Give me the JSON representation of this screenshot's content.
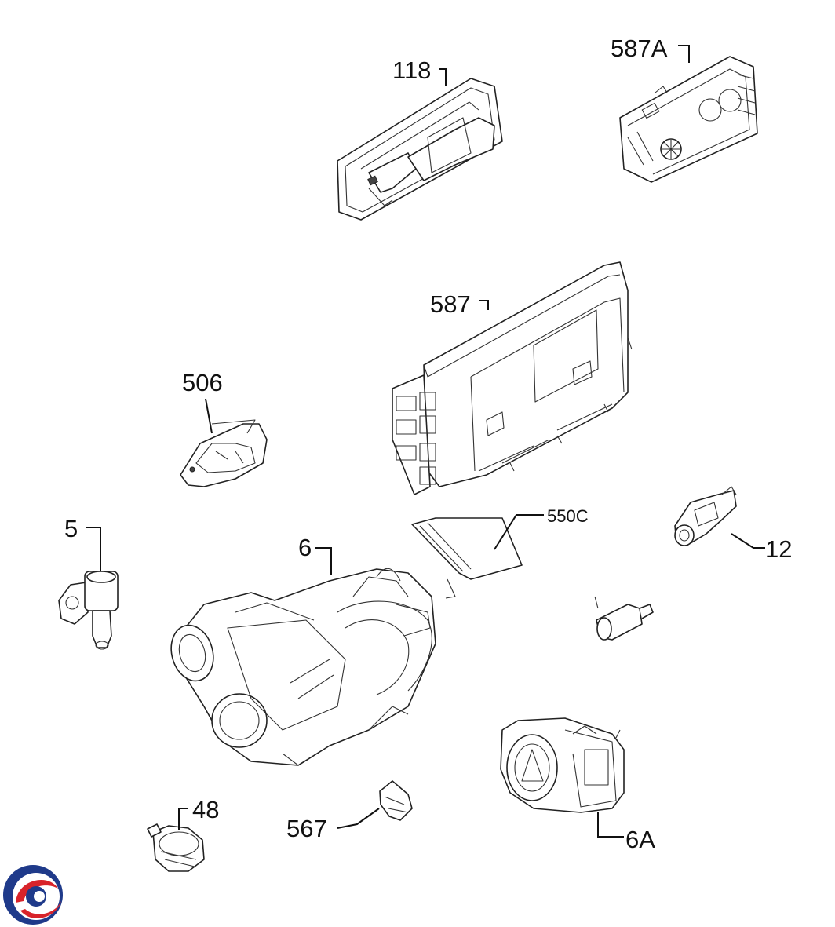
{
  "labels": {
    "p118": "118",
    "p587a": "587A",
    "p587": "587",
    "p506": "506",
    "p5": "5",
    "p6": "6",
    "p550c": "550C",
    "p12": "12",
    "p48": "48",
    "p567": "567",
    "p6a": "6A"
  },
  "logo": {
    "colors": {
      "blue": "#1f3a8a",
      "red": "#d8232a",
      "white": "#ffffff"
    }
  }
}
